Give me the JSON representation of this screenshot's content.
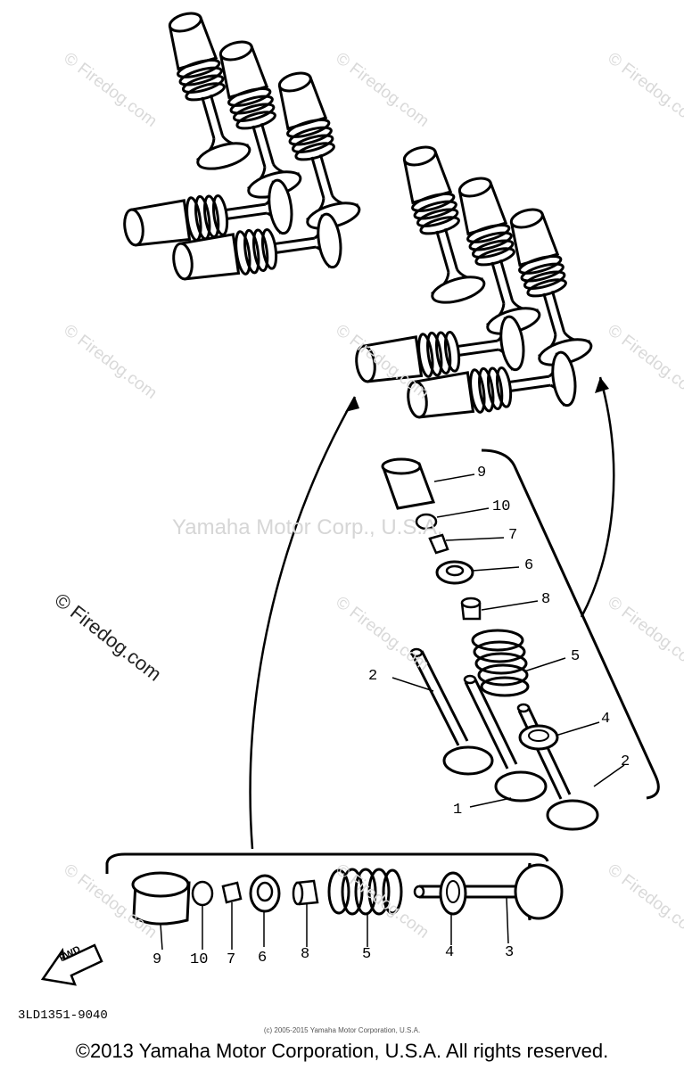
{
  "watermark": {
    "site": "© Firedog.com",
    "center": "Yamaha Motor Corp., U.S.A."
  },
  "callouts": {
    "detail": [
      "9",
      "10",
      "7",
      "6",
      "8",
      "5",
      "2",
      "4",
      "2",
      "1"
    ],
    "bottom": [
      "9",
      "10",
      "7",
      "6",
      "8",
      "5",
      "4",
      "3"
    ]
  },
  "fwd_label": "FWD",
  "drawing_code": "3LD1351-9040",
  "small_copyright": "(c) 2005-2015 Yamaha Motor Corporation, U.S.A.",
  "copyright": "©2013 Yamaha Motor Corporation, U.S.A. All rights reserved.",
  "icons": [
    "fwd-arrow-icon"
  ]
}
